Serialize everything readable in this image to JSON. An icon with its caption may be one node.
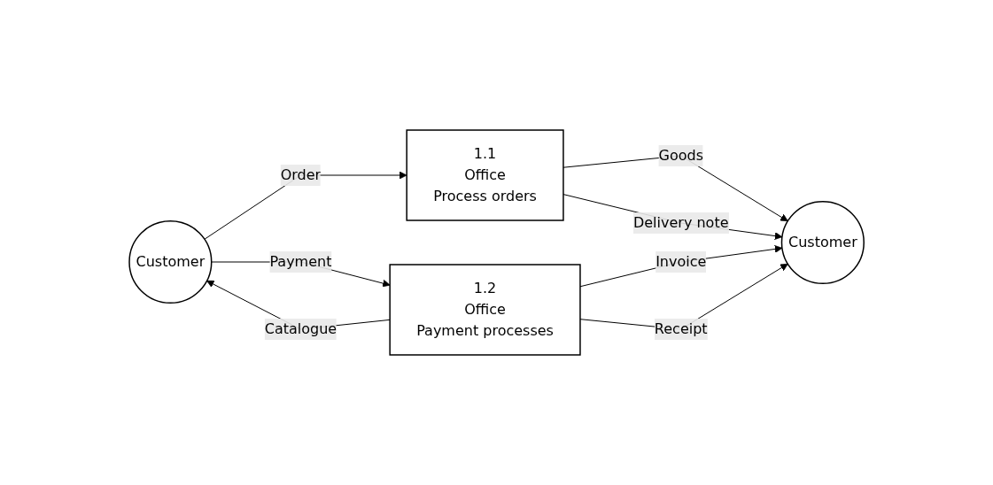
{
  "diagram": {
    "nodes": [
      {
        "text": [
          "Customer"
        ]
      },
      {
        "text": [
          "1.1",
          "Office",
          "Process orders"
        ]
      },
      {
        "text": [
          "Customer"
        ]
      },
      {
        "text": [
          "1.2",
          "Office",
          "Payment processes"
        ]
      }
    ],
    "edges": [
      {
        "from": 0,
        "to": 1,
        "arrow": "to",
        "label": "Order"
      },
      {
        "from": 1,
        "to": 2,
        "arrow": "to",
        "label": "Goods"
      },
      {
        "from": 1,
        "to": 2,
        "arrow": "to",
        "label": "Delivery note"
      },
      {
        "from": 3,
        "to": 2,
        "arrow": "to",
        "label": "Invoice"
      },
      {
        "from": 3,
        "to": 2,
        "arrow": "to",
        "label": "Receipt"
      },
      {
        "from": 3,
        "to": 0,
        "arrow": "to",
        "label": "Catalogue"
      },
      {
        "from": 0,
        "to": 3,
        "arrow": "to",
        "label": "Payment"
      }
    ]
  }
}
